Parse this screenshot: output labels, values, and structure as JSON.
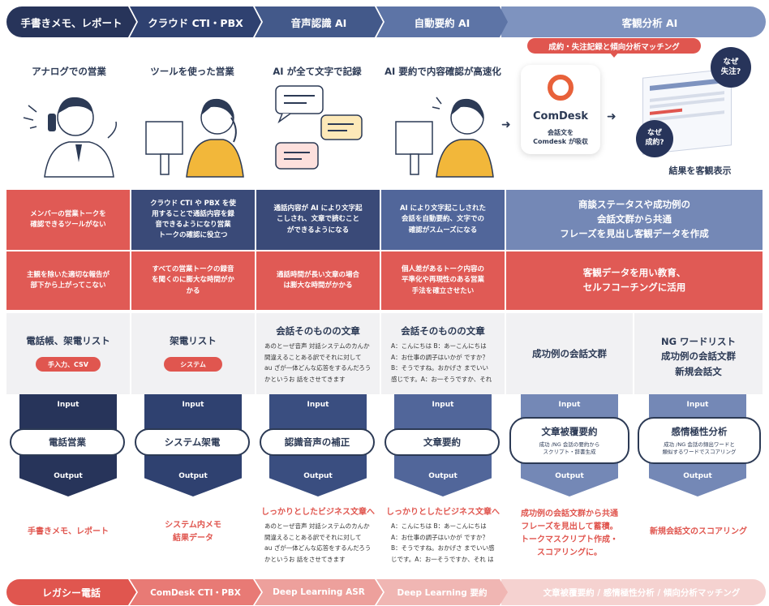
{
  "top": [
    "手書きメモ、レポート",
    "クラウド CTI・PBX",
    "音声認識 AI",
    "自動要約 AI",
    "客観分析 AI"
  ],
  "pill": "成約・失注記録と傾向分析マッチング",
  "titles": [
    "アナログでの営業",
    "ツールを使った営業",
    "AI が全て文字で記録",
    "AI 要約で内容確認が高速化"
  ],
  "comdesk": {
    "name": "ComDesk",
    "caption": "会話文を\nComdesk が吸収"
  },
  "bubbles": {
    "why_lost": "なぜ\n失注?",
    "why_won": "なぜ\n成約?"
  },
  "result": "結果を客観表示",
  "row1": [
    "メンバーの営業トークを\n確認できるツールがない",
    "クラウド CTI や PBX を使\n用することで通話内容を録\n音できるようになり営業\nトークの確認に役立つ",
    "通話内容が AI により文字起\nこしされ、文章で読むこと\nができるようになる",
    "AI により文字起こしされた\n会話を自動要約、文字での\n確認がスムーズになる",
    "商談ステータスや成功例の\n会話文群から共通\nフレーズを見出し客観データを作成"
  ],
  "row2": [
    "主観を除いた適切な報告が\n部下から上がってこない",
    "すべての営業トークの録音\nを聞くのに膨大な時間がか\nかる",
    "通話時間が長い文章の場合\nは膨大な時間がかかる",
    "個人差があるトーク内容の\n平準化や再現性のある営業\n手法を確立させたい",
    "客観データを用い教育、\nセルフコーチングに活用"
  ],
  "inputs": {
    "c1": {
      "title": "電話帳、架電リスト",
      "tag": "手入力、CSV"
    },
    "c2": {
      "title": "架電リスト",
      "tag": "システム"
    },
    "c3": {
      "title": "会話そのものの文章",
      "body": "あのとーぜ音声 対話システムのカんか\n間違えることある訳でそれに対して\nau ざが一体どんな応答をするんだろう\nかというお 話をさせてきます"
    },
    "c4": {
      "title": "会話そのものの文章",
      "body": "A：こんにちは B：あーこんにちは\nA：お仕事の調子はいかが ですか？\nB：そうですね。おかげさ までいい\n感じです。A：お一そうですか、それ"
    },
    "c5": {
      "title": "成功例の会話文群"
    },
    "c6": {
      "title": "NG ワードリスト\n成功例の会話文群\n新規会話文"
    }
  },
  "io": {
    "input": "Input",
    "output": "Output"
  },
  "process": [
    "電話営業",
    "システム架電",
    "認識音声の補正",
    "文章要約",
    "文章被覆要約",
    "感情極性分析"
  ],
  "process_sub": {
    "p5": "成功 /NG 会話の要約から\nスクリプト・辞書生成",
    "p6": "成功 /NG 会話の頻出ワードと\n類似するワードでスコアリング"
  },
  "outputs": {
    "o1": "手書きメモ、レポート",
    "o2": "システム内メモ\n結果データ",
    "o3": {
      "title": "しっかりとしたビジネス文章へ",
      "body": "あのとーぜ音声 対話システムのカんか\n間違えることある訳でそれに対して\nau ざが一体どんな応答をするんだろう\nかというお 話をさせてきます"
    },
    "o4": {
      "title": "しっかりとしたビジネス文章へ",
      "body": "A：こんにちは B：あーこんにちは\nA：お仕事の調子はいかが ですか？\nB：そうですね。おかげさ までいい感\nじです。A：お一そうですか、それ は"
    },
    "o5": "成功例の会話文群から共通\nフレーズを見出して蓄積。\nトークマスクリプト作成・\nスコアリングに。",
    "o6": "新規会話文のスコアリング"
  },
  "bottom": [
    "レガシー電話",
    "ComDesk CTI・PBX",
    "Deep Learning ASR",
    "Deep Learning 要約",
    "文章被覆要約 / 感情極性分析 / 傾向分析マッチング"
  ]
}
